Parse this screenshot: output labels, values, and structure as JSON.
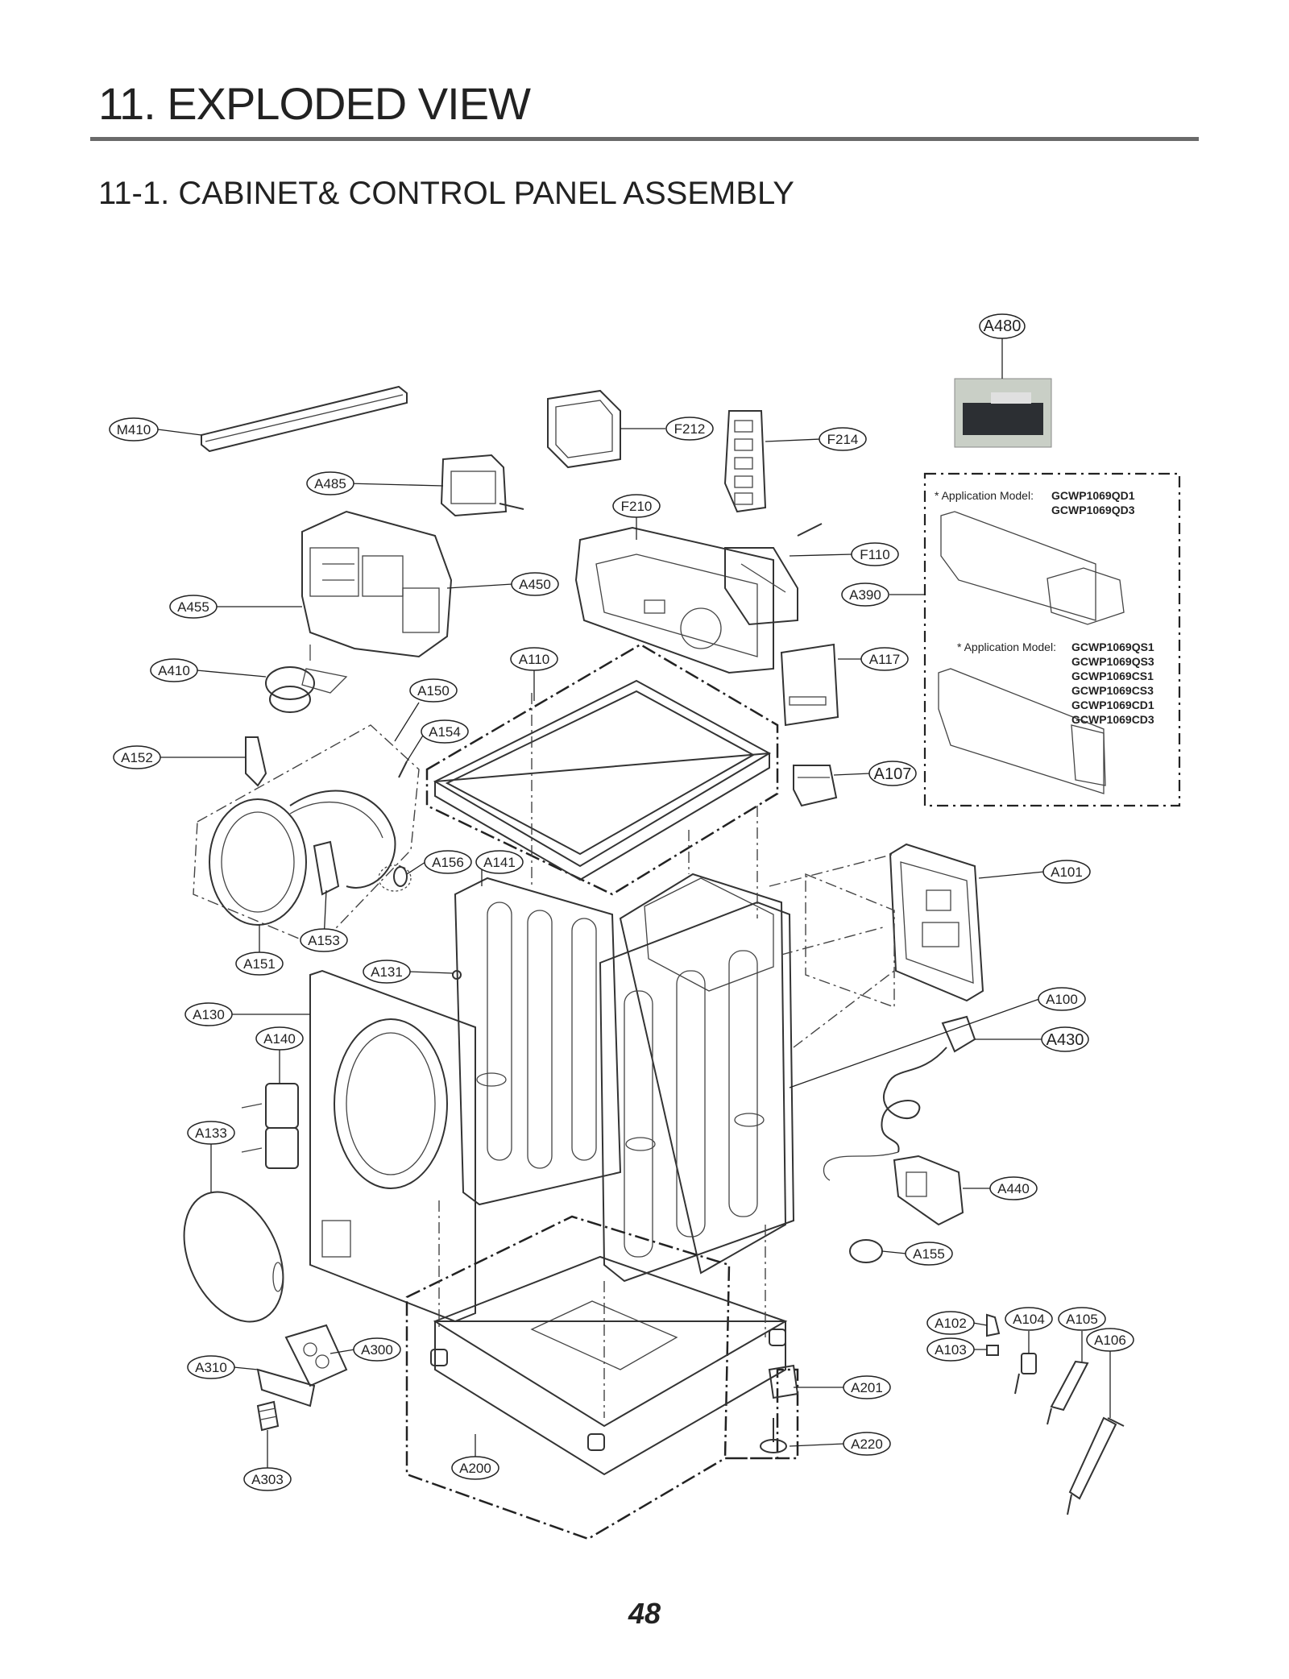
{
  "header": {
    "title": "11. EXPLODED VIEW",
    "section": "11-1. CABINET& CONTROL PANEL ASSEMBLY"
  },
  "callouts": {
    "A480": "A480",
    "M410": "M410",
    "F212": "F212",
    "F214": "F214",
    "A485": "A485",
    "F210": "F210",
    "F110": "F110",
    "A450": "A450",
    "A390": "A390",
    "A455": "A455",
    "A410": "A410",
    "A110": "A110",
    "A117": "A117",
    "A150": "A150",
    "A154": "A154",
    "A152": "A152",
    "A107": "A107",
    "A156": "A156",
    "A141": "A141",
    "A101": "A101",
    "A153": "A153",
    "A151": "A151",
    "A131": "A131",
    "A100": "A100",
    "A130": "A130",
    "A140": "A140",
    "A430": "A430",
    "A133": "A133",
    "A440": "A440",
    "A155": "A155",
    "A102": "A102",
    "A104": "A104",
    "A105": "A105",
    "A106": "A106",
    "A103": "A103",
    "A300": "A300",
    "A310": "A310",
    "A201": "A201",
    "A220": "A220",
    "A200": "A200",
    "A303": "A303"
  },
  "application_notes": {
    "note1": {
      "label": "* Application Model:",
      "models": [
        "GCWP1069QD1",
        "GCWP1069QD3"
      ]
    },
    "note2": {
      "label": "* Application Model:",
      "models": [
        "GCWP1069QS1",
        "GCWP1069QS3",
        "GCWP1069CS1",
        "GCWP1069CS3",
        "GCWP1069CD1",
        "GCWP1069CD3"
      ]
    }
  },
  "footer": {
    "page_number": "48"
  }
}
